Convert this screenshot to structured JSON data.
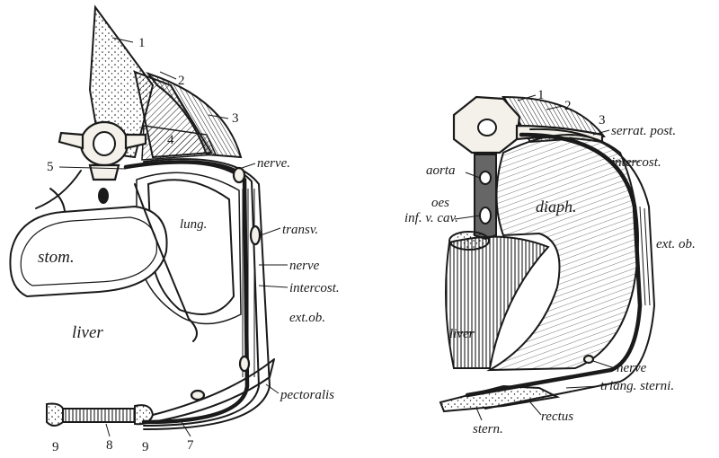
{
  "left_figure": {
    "numbers": {
      "n1": "1",
      "n2": "2",
      "n3": "3",
      "n4": "4",
      "n5": "5",
      "n7": "7",
      "n8": "8",
      "n9a": "9",
      "n9b": "9"
    },
    "labels": {
      "nerve_top": "nerve.",
      "lung": "lung.",
      "stom": "stom.",
      "transv": "transv.",
      "nerve_mid": "nerve",
      "intercost": "intercost.",
      "ext_ob": "ext.ob.",
      "liver": "liver",
      "pectoralis": "pectoralis"
    }
  },
  "right_figure": {
    "numbers": {
      "n1": "1",
      "n2": "2",
      "n3": "3"
    },
    "labels": {
      "serrat_post": "serrat. post.",
      "intercost": "intercost.",
      "aorta": "aorta",
      "oes": "oes",
      "inf_v_cav": "inf. v. cav.",
      "diaph": "diaph.",
      "ext_ob": "ext. ob.",
      "liver": "liver",
      "nerve": "nerve",
      "triang_sterni": "triang. sterni.",
      "stern": "stern.",
      "rectus": "rectus"
    }
  }
}
